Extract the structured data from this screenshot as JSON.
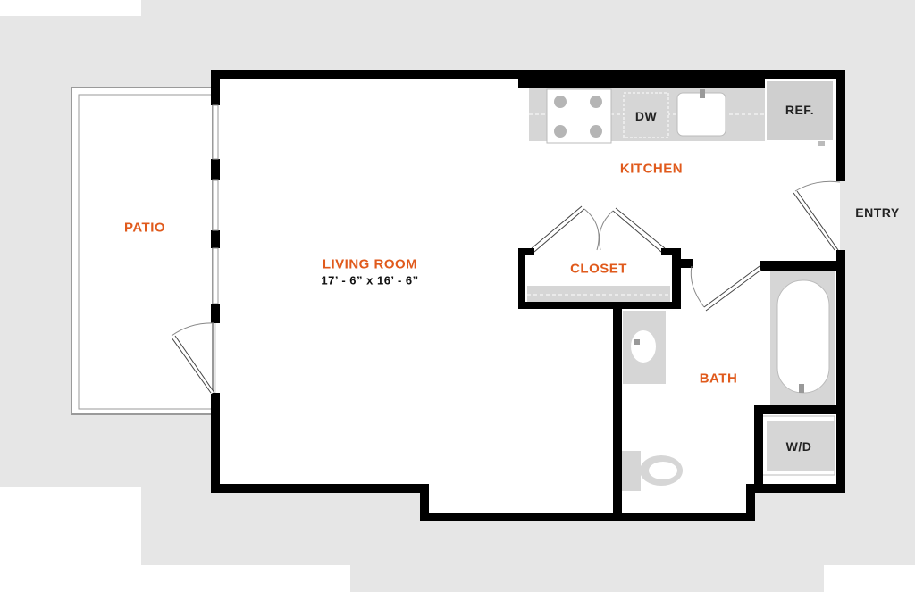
{
  "colors": {
    "background": "#e6e6e6",
    "interior": "#ffffff",
    "wall": "#000000",
    "fixture": "#d6d6d6",
    "room_label": "#e05a1c",
    "text": "#222222"
  },
  "rooms": {
    "patio": "PATIO",
    "living_room": "LIVING ROOM",
    "living_room_dims": "17’ - 6” x 16’ - 6”",
    "kitchen": "KITCHEN",
    "closet": "CLOSET",
    "bath": "BATH"
  },
  "fixtures": {
    "dishwasher": "DW",
    "refrigerator": "REF.",
    "washer_dryer": "W/D"
  },
  "labels": {
    "entry": "ENTRY"
  }
}
